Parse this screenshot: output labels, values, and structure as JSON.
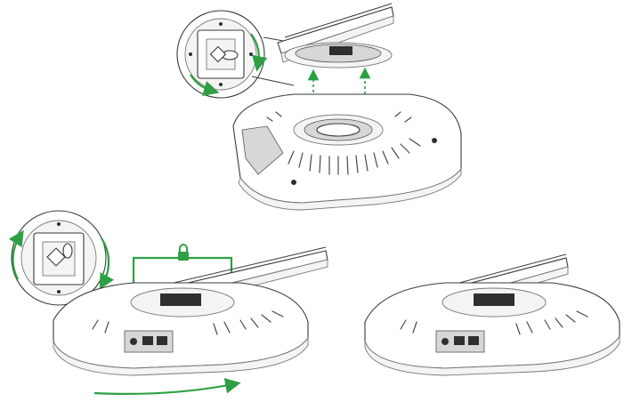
{
  "figure": {
    "panels": [
      {
        "id": "align",
        "icons": [
          "zoom-inset-icon",
          "mount-bracket-icon",
          "alignment-arrow-icon",
          "access-point-icon"
        ]
      },
      {
        "id": "rotate-lock",
        "icons": [
          "zoom-inset-icon",
          "lock-icon",
          "rotation-arrow-icon",
          "access-point-icon"
        ]
      },
      {
        "id": "mounted",
        "icons": [
          "mount-bracket-icon",
          "access-point-icon"
        ]
      }
    ],
    "colors": {
      "accent": "#2ea043",
      "line": "#3a3a3a",
      "fill": "#ffffff",
      "shade": "#d7d7d7"
    }
  }
}
